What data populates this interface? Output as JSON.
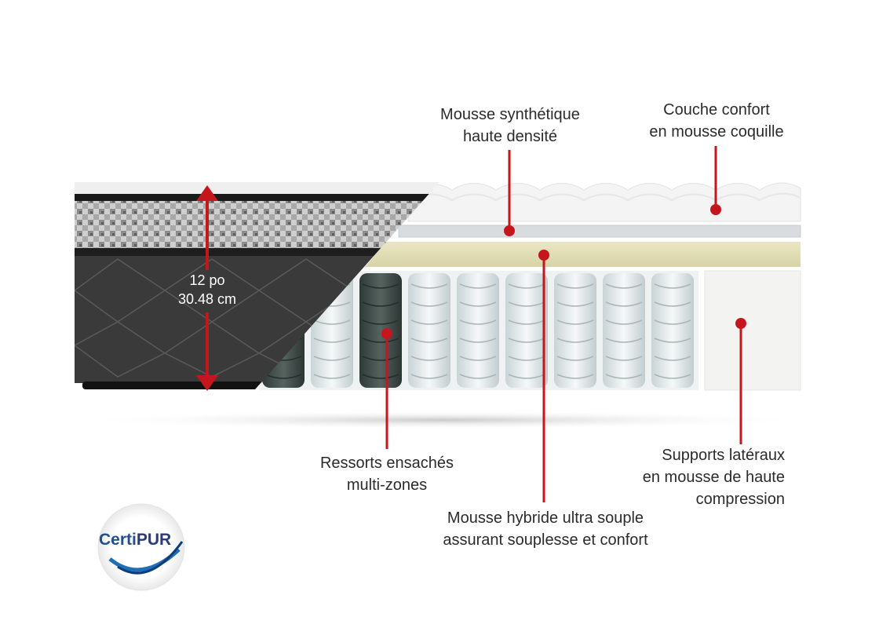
{
  "dimension": {
    "inches": "12 po",
    "cm": "30.48 cm"
  },
  "labels": {
    "synthetic": [
      "Mousse synthétique",
      "haute densité"
    ],
    "comfort": [
      "Couche confort",
      "en mousse coquille"
    ],
    "springs": [
      "Ressorts ensachés",
      "multi-zones"
    ],
    "hybrid": [
      "Mousse hybride ultra souple",
      "assurant souplesse et confort"
    ],
    "side": [
      "Supports latéraux",
      "en mousse de haute",
      "compression"
    ]
  },
  "logo": {
    "certi": "Certi",
    "pur": "PUR"
  },
  "colors": {
    "accent": "#c4161c",
    "text": "#2b2b2b",
    "logo": "#1f4f8f"
  }
}
